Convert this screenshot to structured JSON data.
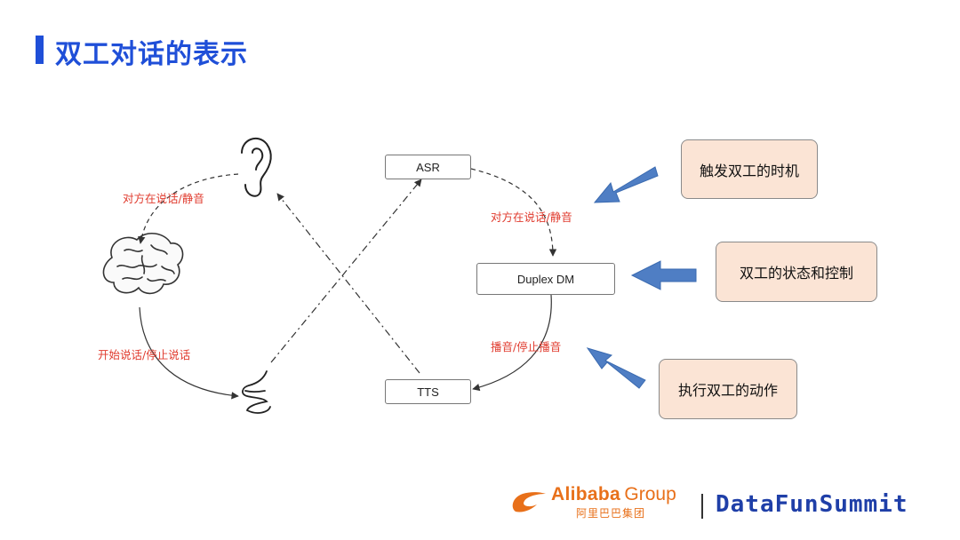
{
  "title": "双工对话的表示",
  "left_cycle": {
    "listen_label": "对方在说话/静音",
    "speak_label": "开始说话/停止说话"
  },
  "right_cycle": {
    "nodes": {
      "asr": "ASR",
      "dm": "Duplex DM",
      "tts": "TTS"
    },
    "listen_label": "对方在说话/静音",
    "play_label": "播音/停止播音"
  },
  "notes": [
    "触发双工的时机",
    "双工的状态和控制",
    "执行双工的动作"
  ],
  "footer": {
    "alibaba_name": "Alibaba",
    "alibaba_group": "Group",
    "alibaba_cn": "阿里巴巴集团",
    "datafun": "DataFunSummit"
  },
  "colors": {
    "title": "#1f4fd8",
    "label_red": "#e03b2e",
    "note_fill": "#fbe4d5",
    "arrow_blue": "#4f7ec4",
    "alibaba_orange": "#e8701a",
    "datafun_blue": "#1f3fa8"
  }
}
